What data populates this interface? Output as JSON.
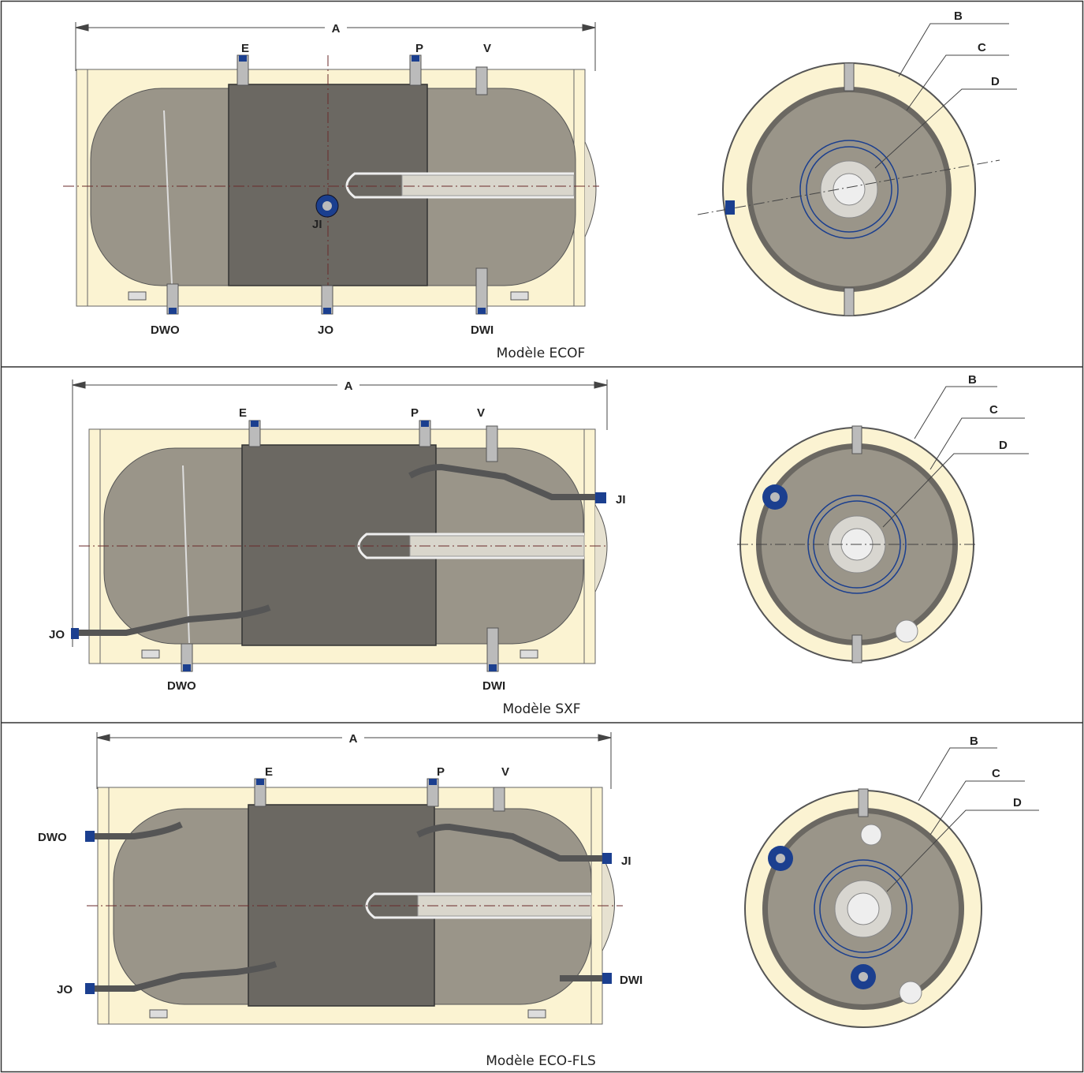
{
  "colors": {
    "jacket": "#fbf3d2",
    "tank": "#9a9589",
    "core": "#6b6862",
    "blue": "#1b3f8f",
    "line": "#444444"
  },
  "panels": [
    {
      "caption": "Modèle ECOF",
      "labels": {
        "A": "A",
        "E": "E",
        "P": "P",
        "V": "V",
        "B": "B",
        "C": "C",
        "D": "D",
        "JI": "JI",
        "JO": "JO",
        "DWO": "DWO",
        "DWI": "DWI"
      }
    },
    {
      "caption": "Modèle SXF",
      "labels": {
        "A": "A",
        "E": "E",
        "P": "P",
        "V": "V",
        "B": "B",
        "C": "C",
        "D": "D",
        "JI": "JI",
        "JO": "JO",
        "DWO": "DWO",
        "DWI": "DWI"
      }
    },
    {
      "caption": "Modèle ECO-FLS",
      "labels": {
        "A": "A",
        "E": "E",
        "P": "P",
        "V": "V",
        "B": "B",
        "C": "C",
        "D": "D",
        "JI": "JI",
        "JO": "JO",
        "DWO": "DWO",
        "DWI": "DWI"
      }
    }
  ]
}
